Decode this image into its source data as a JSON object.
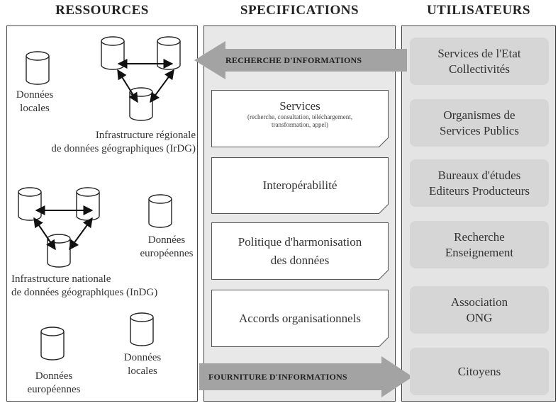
{
  "headers": {
    "ressources": "RESSOURCES",
    "specifications": "SPECIFICATIONS",
    "utilisateurs": "UTILISATEURS"
  },
  "ressources": {
    "donnees_locales_1": [
      "Données",
      "locales"
    ],
    "irdg": [
      "Infrastructure régionale",
      "de données géographiques (IrDG)"
    ],
    "indg": [
      "Infrastructure nationale",
      "de données géographiques (InDG)"
    ],
    "donnees_europeennes_1": [
      "Données",
      "européennes"
    ],
    "donnees_europeennes_2": [
      "Données",
      "européennes"
    ],
    "donnees_locales_2": [
      "Données",
      "locales"
    ]
  },
  "arrows": {
    "recherche": "RECHERCHE D'INFORMATIONS",
    "fourniture": "FOURNITURE D'INFORMATIONS"
  },
  "specifications": [
    {
      "title": "Services",
      "subtitle": [
        "(recherche, consultation, téléchargement,",
        "transformation, appel)"
      ]
    },
    {
      "title": "Interopérabilité",
      "subtitle": []
    },
    {
      "title": "Politique d'harmonisation des données",
      "subtitle": []
    },
    {
      "title": "Accords organisationnels",
      "subtitle": []
    }
  ],
  "spec_lines": {
    "politique": [
      "Politique d'harmonisation",
      "des données"
    ]
  },
  "utilisateurs": [
    [
      "Services de l'Etat",
      "Collectivités"
    ],
    [
      "Organismes de",
      "Services Publics"
    ],
    [
      "Bureaux d'études",
      "Editeurs Producteurs"
    ],
    [
      "Recherche",
      "Enseignement"
    ],
    [
      "Association",
      "ONG"
    ],
    [
      "Citoyens"
    ]
  ]
}
